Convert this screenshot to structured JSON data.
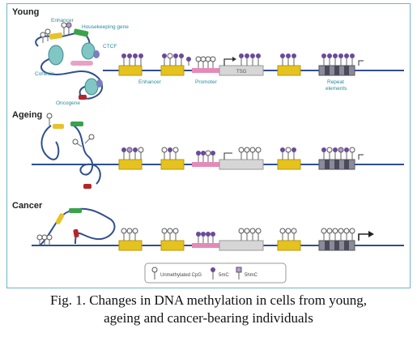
{
  "panels": {
    "young": "Young",
    "ageing": "Ageing",
    "cancer": "Cancer"
  },
  "labels": {
    "enhancer": "Enhancer",
    "housekeeping_gene": "Housekeeping gene",
    "ctcf": "CTCF",
    "cohesin": "Cohesin",
    "oncogene": "Oncogene",
    "enhancer_2": "Enhancer",
    "promoter": "Promoter",
    "tsg": "TSG",
    "repeat_elements_1": "Repeat",
    "repeat_elements_2": "elements"
  },
  "legend": {
    "unmethylated": "Unmethylated CpG",
    "fivemc": "5mC",
    "fivehmc": "5hmC"
  },
  "caption": {
    "line1": "Fig. 1. Changes in DNA methylation in cells from young,",
    "line2": "ageing and cancer-bearing individuals"
  },
  "colors": {
    "dna": "#2f4f8f",
    "enhancer": "#e8c22a",
    "gene_box": "#e6c21e",
    "housekeeping": "#3aa24a",
    "oncogene": "#b3262a",
    "cohesin": "#7fc6c4",
    "ctcf": "#7a7fc0",
    "promoter": "#e58ab8",
    "tsg": "#c9c9c9",
    "repeat": "#5a5a6a",
    "methyl": "#6b4a9a",
    "unmethyl": "#ffffff",
    "fivehmc": "#b89ad6"
  }
}
